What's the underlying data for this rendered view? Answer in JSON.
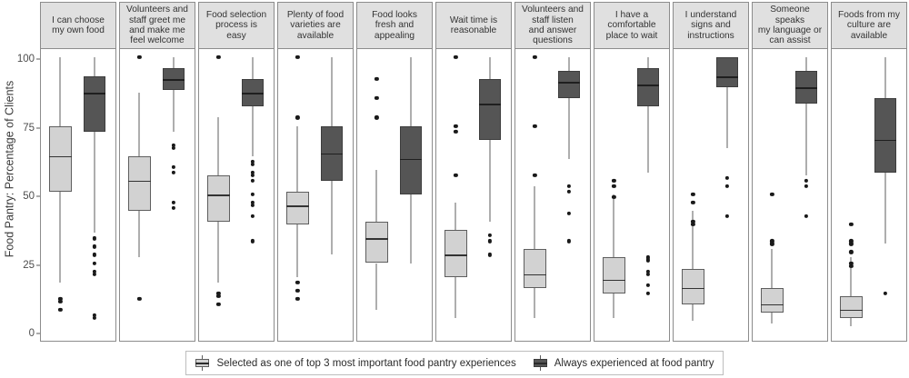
{
  "chart_data": {
    "type": "box",
    "title": "",
    "xlabel": "",
    "ylabel": "Food Pantry: Percentage of Clients",
    "ylim": [
      0,
      100
    ],
    "yticks": [
      0,
      25,
      50,
      75,
      100
    ],
    "grid": false,
    "legend_position": "bottom",
    "colors": {
      "light": "#d2d2d2",
      "dark": "#555555",
      "strip": "#e0e0e0",
      "outline": "#5e5e5e"
    },
    "series": [
      {
        "name": "Selected as one of top 3 most important food pantry experiences",
        "key": "light"
      },
      {
        "name": "Always experienced at food pantry",
        "key": "dark"
      }
    ],
    "categories": [
      "I can choose my own food",
      "Volunteers and staff greet me and make me feel welcome",
      "Food selection process is easy",
      "Plenty of food varieties are available",
      "Food looks fresh and appealing",
      "Wait time is reasonable",
      "Volunteers and staff listen and answer questions",
      "I have a comfortable place to wait",
      "I understand signs and instructions",
      "Someone speaks my language or can assist",
      "Foods from my culture are available"
    ],
    "panels": [
      {
        "label": "I can choose my own food",
        "boxes": [
          {
            "series": "light",
            "min": 18,
            "q1": 51,
            "median": 64,
            "q3": 75,
            "max": 100,
            "outliers": [
              11,
              12,
              8
            ]
          },
          {
            "series": "dark",
            "min": 36,
            "q1": 73,
            "median": 87,
            "q3": 93,
            "max": 100,
            "outliers": [
              34,
              31,
              28,
              25,
              22,
              21,
              6,
              5
            ]
          }
        ]
      },
      {
        "label": "Volunteers and staff greet me and make me feel welcome",
        "boxes": [
          {
            "series": "light",
            "min": 27,
            "q1": 44,
            "median": 55,
            "q3": 64,
            "max": 87,
            "outliers": [
              100,
              12
            ]
          },
          {
            "series": "dark",
            "min": 73,
            "q1": 88,
            "median": 92,
            "q3": 96,
            "max": 100,
            "outliers": [
              68,
              67,
              60,
              58,
              47,
              45
            ]
          }
        ]
      },
      {
        "label": "Food selection process is easy",
        "boxes": [
          {
            "series": "light",
            "min": 18,
            "q1": 40,
            "median": 50,
            "q3": 57,
            "max": 78,
            "outliers": [
              100,
              14,
              13,
              10
            ]
          },
          {
            "series": "dark",
            "min": 64,
            "q1": 82,
            "median": 87,
            "q3": 92,
            "max": 100,
            "outliers": [
              62,
              61,
              58,
              57,
              55,
              50,
              47,
              46,
              42,
              33
            ]
          }
        ]
      },
      {
        "label": "Plenty of food varieties are available",
        "boxes": [
          {
            "series": "light",
            "min": 20,
            "q1": 39,
            "median": 46,
            "q3": 51,
            "max": 75,
            "outliers": [
              100,
              78,
              18,
              15,
              12
            ]
          },
          {
            "series": "dark",
            "min": 28,
            "q1": 55,
            "median": 65,
            "q3": 75,
            "max": 100,
            "outliers": []
          }
        ]
      },
      {
        "label": "Food looks fresh and appealing",
        "boxes": [
          {
            "series": "light",
            "min": 8,
            "q1": 25,
            "median": 34,
            "q3": 40,
            "max": 59,
            "outliers": [
              92,
              85,
              78
            ]
          },
          {
            "series": "dark",
            "min": 25,
            "q1": 50,
            "median": 63,
            "q3": 75,
            "max": 100,
            "outliers": []
          }
        ]
      },
      {
        "label": "Wait time is reasonable",
        "boxes": [
          {
            "series": "light",
            "min": 5,
            "q1": 20,
            "median": 28,
            "q3": 37,
            "max": 47,
            "outliers": [
              100,
              75,
              73,
              57
            ]
          },
          {
            "series": "dark",
            "min": 40,
            "q1": 70,
            "median": 83,
            "q3": 92,
            "max": 100,
            "outliers": [
              35,
              33,
              28
            ]
          }
        ]
      },
      {
        "label": "Volunteers and staff listen and answer questions",
        "boxes": [
          {
            "series": "light",
            "min": 5,
            "q1": 16,
            "median": 21,
            "q3": 30,
            "max": 53,
            "outliers": [
              100,
              75,
              57
            ]
          },
          {
            "series": "dark",
            "min": 63,
            "q1": 85,
            "median": 91,
            "q3": 95,
            "max": 100,
            "outliers": [
              53,
              51,
              43,
              33
            ]
          }
        ]
      },
      {
        "label": "I have a comfortable place to wait",
        "boxes": [
          {
            "series": "light",
            "min": 5,
            "q1": 14,
            "median": 19,
            "q3": 27,
            "max": 50,
            "outliers": [
              55,
              53,
              49
            ]
          },
          {
            "series": "dark",
            "min": 58,
            "q1": 82,
            "median": 90,
            "q3": 96,
            "max": 100,
            "outliers": [
              27,
              26,
              22,
              21,
              17,
              14
            ]
          }
        ]
      },
      {
        "label": "I understand signs and instructions",
        "boxes": [
          {
            "series": "light",
            "min": 4,
            "q1": 10,
            "median": 16,
            "q3": 23,
            "max": 44,
            "outliers": [
              50,
              47,
              40,
              39
            ]
          },
          {
            "series": "dark",
            "min": 67,
            "q1": 89,
            "median": 93,
            "q3": 100,
            "max": 100,
            "outliers": [
              56,
              53,
              42
            ]
          }
        ]
      },
      {
        "label": "Someone speaks my language or can assist",
        "boxes": [
          {
            "series": "light",
            "min": 3,
            "q1": 7,
            "median": 10,
            "q3": 16,
            "max": 30,
            "outliers": [
              50,
              33,
              32
            ]
          },
          {
            "series": "dark",
            "min": 57,
            "q1": 83,
            "median": 89,
            "q3": 95,
            "max": 100,
            "outliers": [
              55,
              53,
              42
            ]
          }
        ]
      },
      {
        "label": "Foods from my culture are available",
        "boxes": [
          {
            "series": "light",
            "min": 2,
            "q1": 5,
            "median": 8,
            "q3": 13,
            "max": 27,
            "outliers": [
              39,
              33,
              32,
              29,
              25,
              24
            ]
          },
          {
            "series": "dark",
            "min": 32,
            "q1": 58,
            "median": 70,
            "q3": 85,
            "max": 100,
            "outliers": [
              14
            ]
          }
        ]
      }
    ]
  },
  "axis": {
    "y_title": "Food Pantry: Percentage of Clients",
    "y_ticks": [
      "0",
      "25",
      "50",
      "75",
      "100"
    ]
  },
  "legend": {
    "items": [
      {
        "label": "Selected as one of top 3 most important food pantry experiences",
        "key": "light"
      },
      {
        "label": "Always experienced at food pantry",
        "key": "dark"
      }
    ]
  },
  "panel_labels": [
    "I can choose\nmy own food",
    "Volunteers and\nstaff greet me\nand make me\nfeel welcome",
    "Food selection\nprocess is\neasy",
    "Plenty of food\nvarieties are\navailable",
    "Food looks\nfresh and\nappealing",
    "Wait time is\nreasonable",
    "Volunteers and\nstaff listen\nand answer\nquestions",
    "I have a\ncomfortable\nplace to wait",
    "I understand\nsigns and\ninstructions",
    "Someone speaks\nmy language or\ncan assist",
    "Foods from my\nculture are\navailable"
  ]
}
